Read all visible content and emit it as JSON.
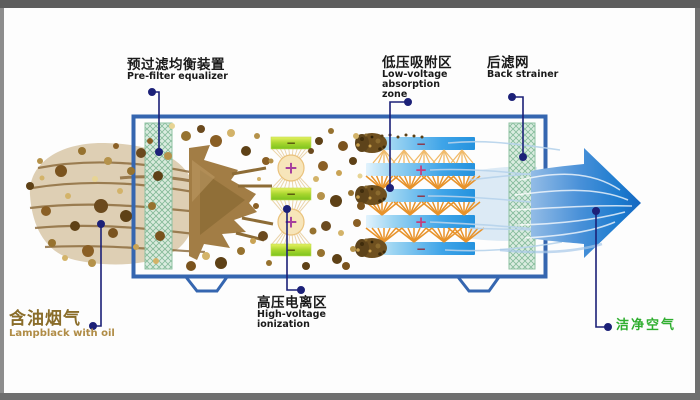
{
  "diagram": {
    "type": "equipment-schematic",
    "subject": "electrostatic oil-smoke air purifier airflow diagram",
    "labels": {
      "pre_filter": {
        "zh": "预过滤均衡装置",
        "en": "Pre-filter equalizer"
      },
      "low_voltage_zone": {
        "zh": "低压吸附区",
        "en_line1": "Low-voltage",
        "en_line2": "absorption",
        "en_line3": "zone"
      },
      "back_strainer": {
        "zh": "后滤网",
        "en": "Back strainer"
      },
      "high_voltage_zone": {
        "zh": "高压电离区",
        "en_line1": "High-voltage",
        "en_line2": "ionization"
      },
      "inlet": {
        "zh": "含油烟气",
        "en": "Lampblack with oil"
      },
      "outlet": {
        "zh": "洁净空气"
      }
    },
    "charges": {
      "ionization_plates": [
        "−",
        "−",
        "−"
      ],
      "ionization_emitters": [
        "+",
        "+"
      ],
      "absorption_plates": [
        "−",
        "+",
        "−",
        "+",
        "−"
      ]
    },
    "colors": {
      "box_outline": "#3566b0",
      "leader_line": "#1c2178",
      "inlet_text": "#8a6d2a",
      "outlet_text": "#2fae2f",
      "label_text": "#1a1a1a",
      "clean_air_arrow": "#1d7ccf",
      "smoke_brown": "#a0783f",
      "filter_mesh_green": "#7fb896",
      "ion_plate_green": "#9ed32a",
      "absorb_plate_blue": "#2f9fe6",
      "corona_orange": "#e8932a"
    }
  }
}
